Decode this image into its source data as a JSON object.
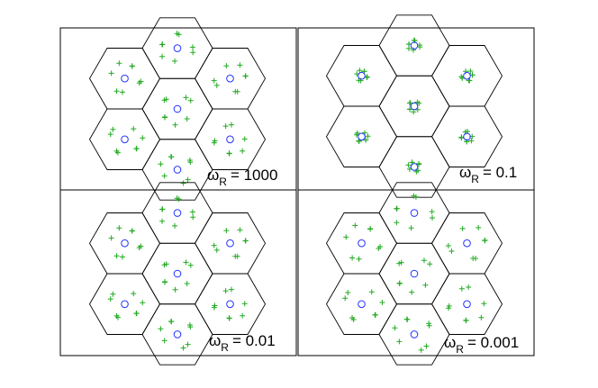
{
  "figure": {
    "colors": {
      "cell_outline": "#000000",
      "base_station": "#2233ff",
      "user": "#22aa22",
      "frame": "#000000"
    },
    "symbols": {
      "base_station": "circle",
      "user": "plus"
    },
    "panels": [
      {
        "omega_symbol": "ω",
        "omega_subscript": "R",
        "omega_value": "= 1000",
        "clustering": "spread"
      },
      {
        "omega_symbol": "ω",
        "omega_subscript": "R",
        "omega_value": "= 0.1",
        "clustering": "tight"
      },
      {
        "omega_symbol": "ω",
        "omega_subscript": "R",
        "omega_value": "= 0.01",
        "clustering": "spread"
      },
      {
        "omega_symbol": "ω",
        "omega_subscript": "R",
        "omega_value": "= 0.001",
        "clustering": "wide"
      }
    ]
  }
}
